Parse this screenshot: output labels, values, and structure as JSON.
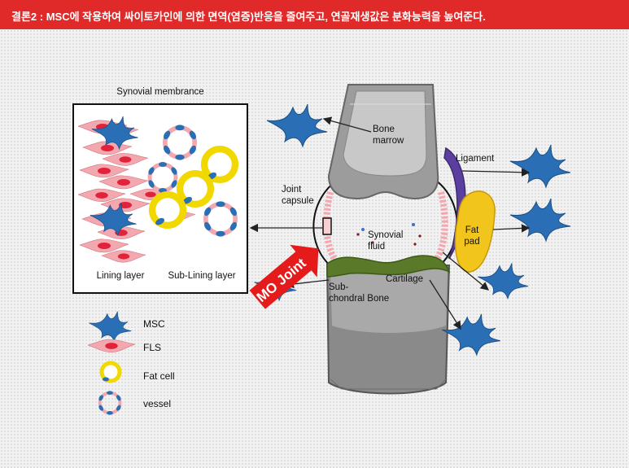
{
  "header": {
    "text": "결론2 : MSC에 작용하여 싸이토카인에 의한 면역(염증)반응을 줄여주고, 연골재생값은 분화능력을 높여준다."
  },
  "colors": {
    "header_red": "#e02a2a",
    "msc_blue": "#2a6fb5",
    "fls_pink": "#f0a0a8",
    "fat_yellow": "#f0d800",
    "vessel_blue": "#2a6fb5",
    "bone_gray": "#a8a8a8",
    "cartilage_green": "#5a7a2a",
    "ligament_purple": "#5b3fa0",
    "fat_pad_yellow": "#f2c51d"
  },
  "inset": {
    "title": "Synovial membrance",
    "lining_label": "Lining layer",
    "sublining_label": "Sub-Lining layer"
  },
  "joint": {
    "bone_marrow_1": "Bone",
    "bone_marrow_2": "marrow",
    "ligament": "Ligament",
    "joint_capsule_1": "Joint",
    "joint_capsule_2": "capsule",
    "fat_pad_1": "Fat",
    "fat_pad_2": "pad",
    "synovial_fluid_1": "Synovial",
    "synovial_fluid_2": "fluid",
    "cartilage": "Cartilage",
    "subchondral_1": "Sub-",
    "subchondral_2": "chondral Bone",
    "badge": "MO Joint"
  },
  "legend": {
    "msc": "MSC",
    "fls": "FLS",
    "fat_cell": "Fat cell",
    "vessel": "vessel"
  }
}
